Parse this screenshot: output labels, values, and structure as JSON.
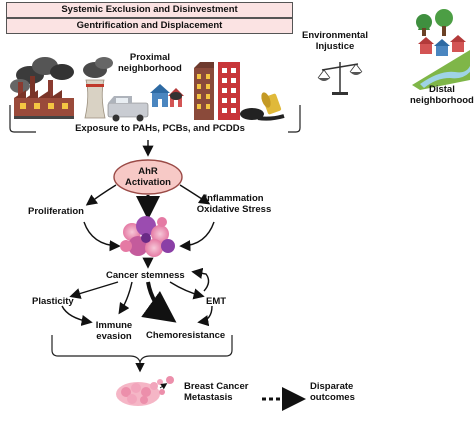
{
  "header": {
    "banner_1": "Systemic Exclusion and Disinvestment",
    "banner_2": "Gentrification and Displacement"
  },
  "neighborhoods": {
    "proximal": "Proximal\nneighborhood",
    "distal": "Distal\nneighborhood"
  },
  "environmental_injustice": "Environmental\nInjustice",
  "exposure": "Exposure to PAHs, PCBs, and PCDDs",
  "ahr": "AhR\nActivation",
  "outcomes": {
    "proliferation": "Proliferation",
    "inflammation": "Inflammation\nOxidative Stress",
    "cancer_stemness": "Cancer stemness",
    "plasticity": "Plasticity",
    "emt": "EMT",
    "immune_evasion": "Immune\nevasion",
    "chemoresistance": "Chemoresistance",
    "metastasis": "Breast Cancer\nMetastasis",
    "disparate": "Disparate\noutcomes"
  },
  "colors": {
    "banner_fill": "#fbe3e3",
    "ahr_fill": "#f7c9c6",
    "building_red": "#c8363a",
    "building_brown": "#8a4a3a",
    "water": "#9fd3e6",
    "grass": "#7fb648",
    "smoke": "#4a4a4a"
  }
}
